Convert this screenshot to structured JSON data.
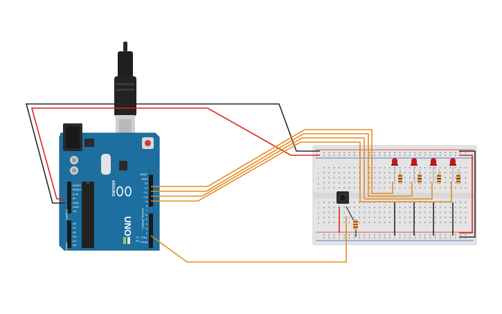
{
  "board": {
    "name": "UNO",
    "brand": "ARDUINO",
    "header_power_label": "POWER",
    "header_analog_label": "ANALOG IN",
    "header_digital_label": "DIGITAL (PWM~)",
    "tx_label": "TX",
    "rx_label": "RX",
    "power_pins": [
      "IOREF",
      "RESET",
      "3.3V",
      "5V",
      "GND",
      "GND",
      "Vin"
    ],
    "analog_pins": [
      "A0",
      "A1",
      "A2",
      "A3",
      "A4",
      "A5"
    ],
    "digital_pins": [
      "AREF",
      "GND",
      "13",
      "12",
      "~11",
      "~10",
      "~9",
      "8",
      "7",
      "~6",
      "~5",
      "4",
      "~3",
      "2",
      "TX▸1",
      "RX◂0"
    ]
  },
  "breadboard": {
    "row_letters_top": [
      "j",
      "i",
      "h",
      "g",
      "f"
    ],
    "row_letters_bottom": [
      "e",
      "d",
      "c",
      "b",
      "a"
    ],
    "rail_marks": [
      "+",
      "-"
    ]
  },
  "colors": {
    "board": "#1d6fa0",
    "wire_red": "#e0201b",
    "wire_black": "#25282b",
    "wire_orange": "#e58a1f",
    "led": "#c8161d",
    "breadboard": "#e4e4e4"
  }
}
